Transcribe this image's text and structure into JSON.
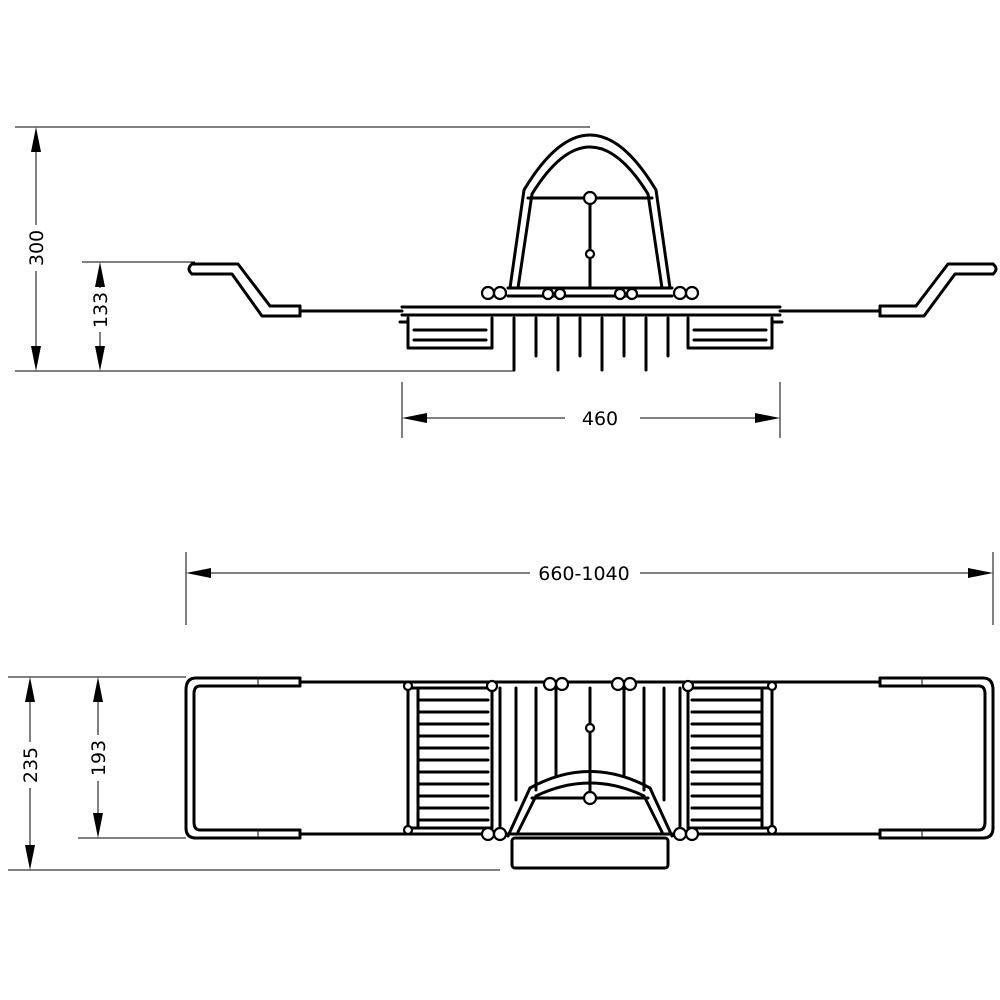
{
  "dimensions": {
    "side_total_height": "300",
    "side_clearance_height": "133",
    "side_tray_width": "460",
    "top_extension_length": "660-1040",
    "top_total_depth": "235",
    "top_frame_depth": "193"
  },
  "colors": {
    "line": "#000000",
    "background": "#ffffff"
  }
}
